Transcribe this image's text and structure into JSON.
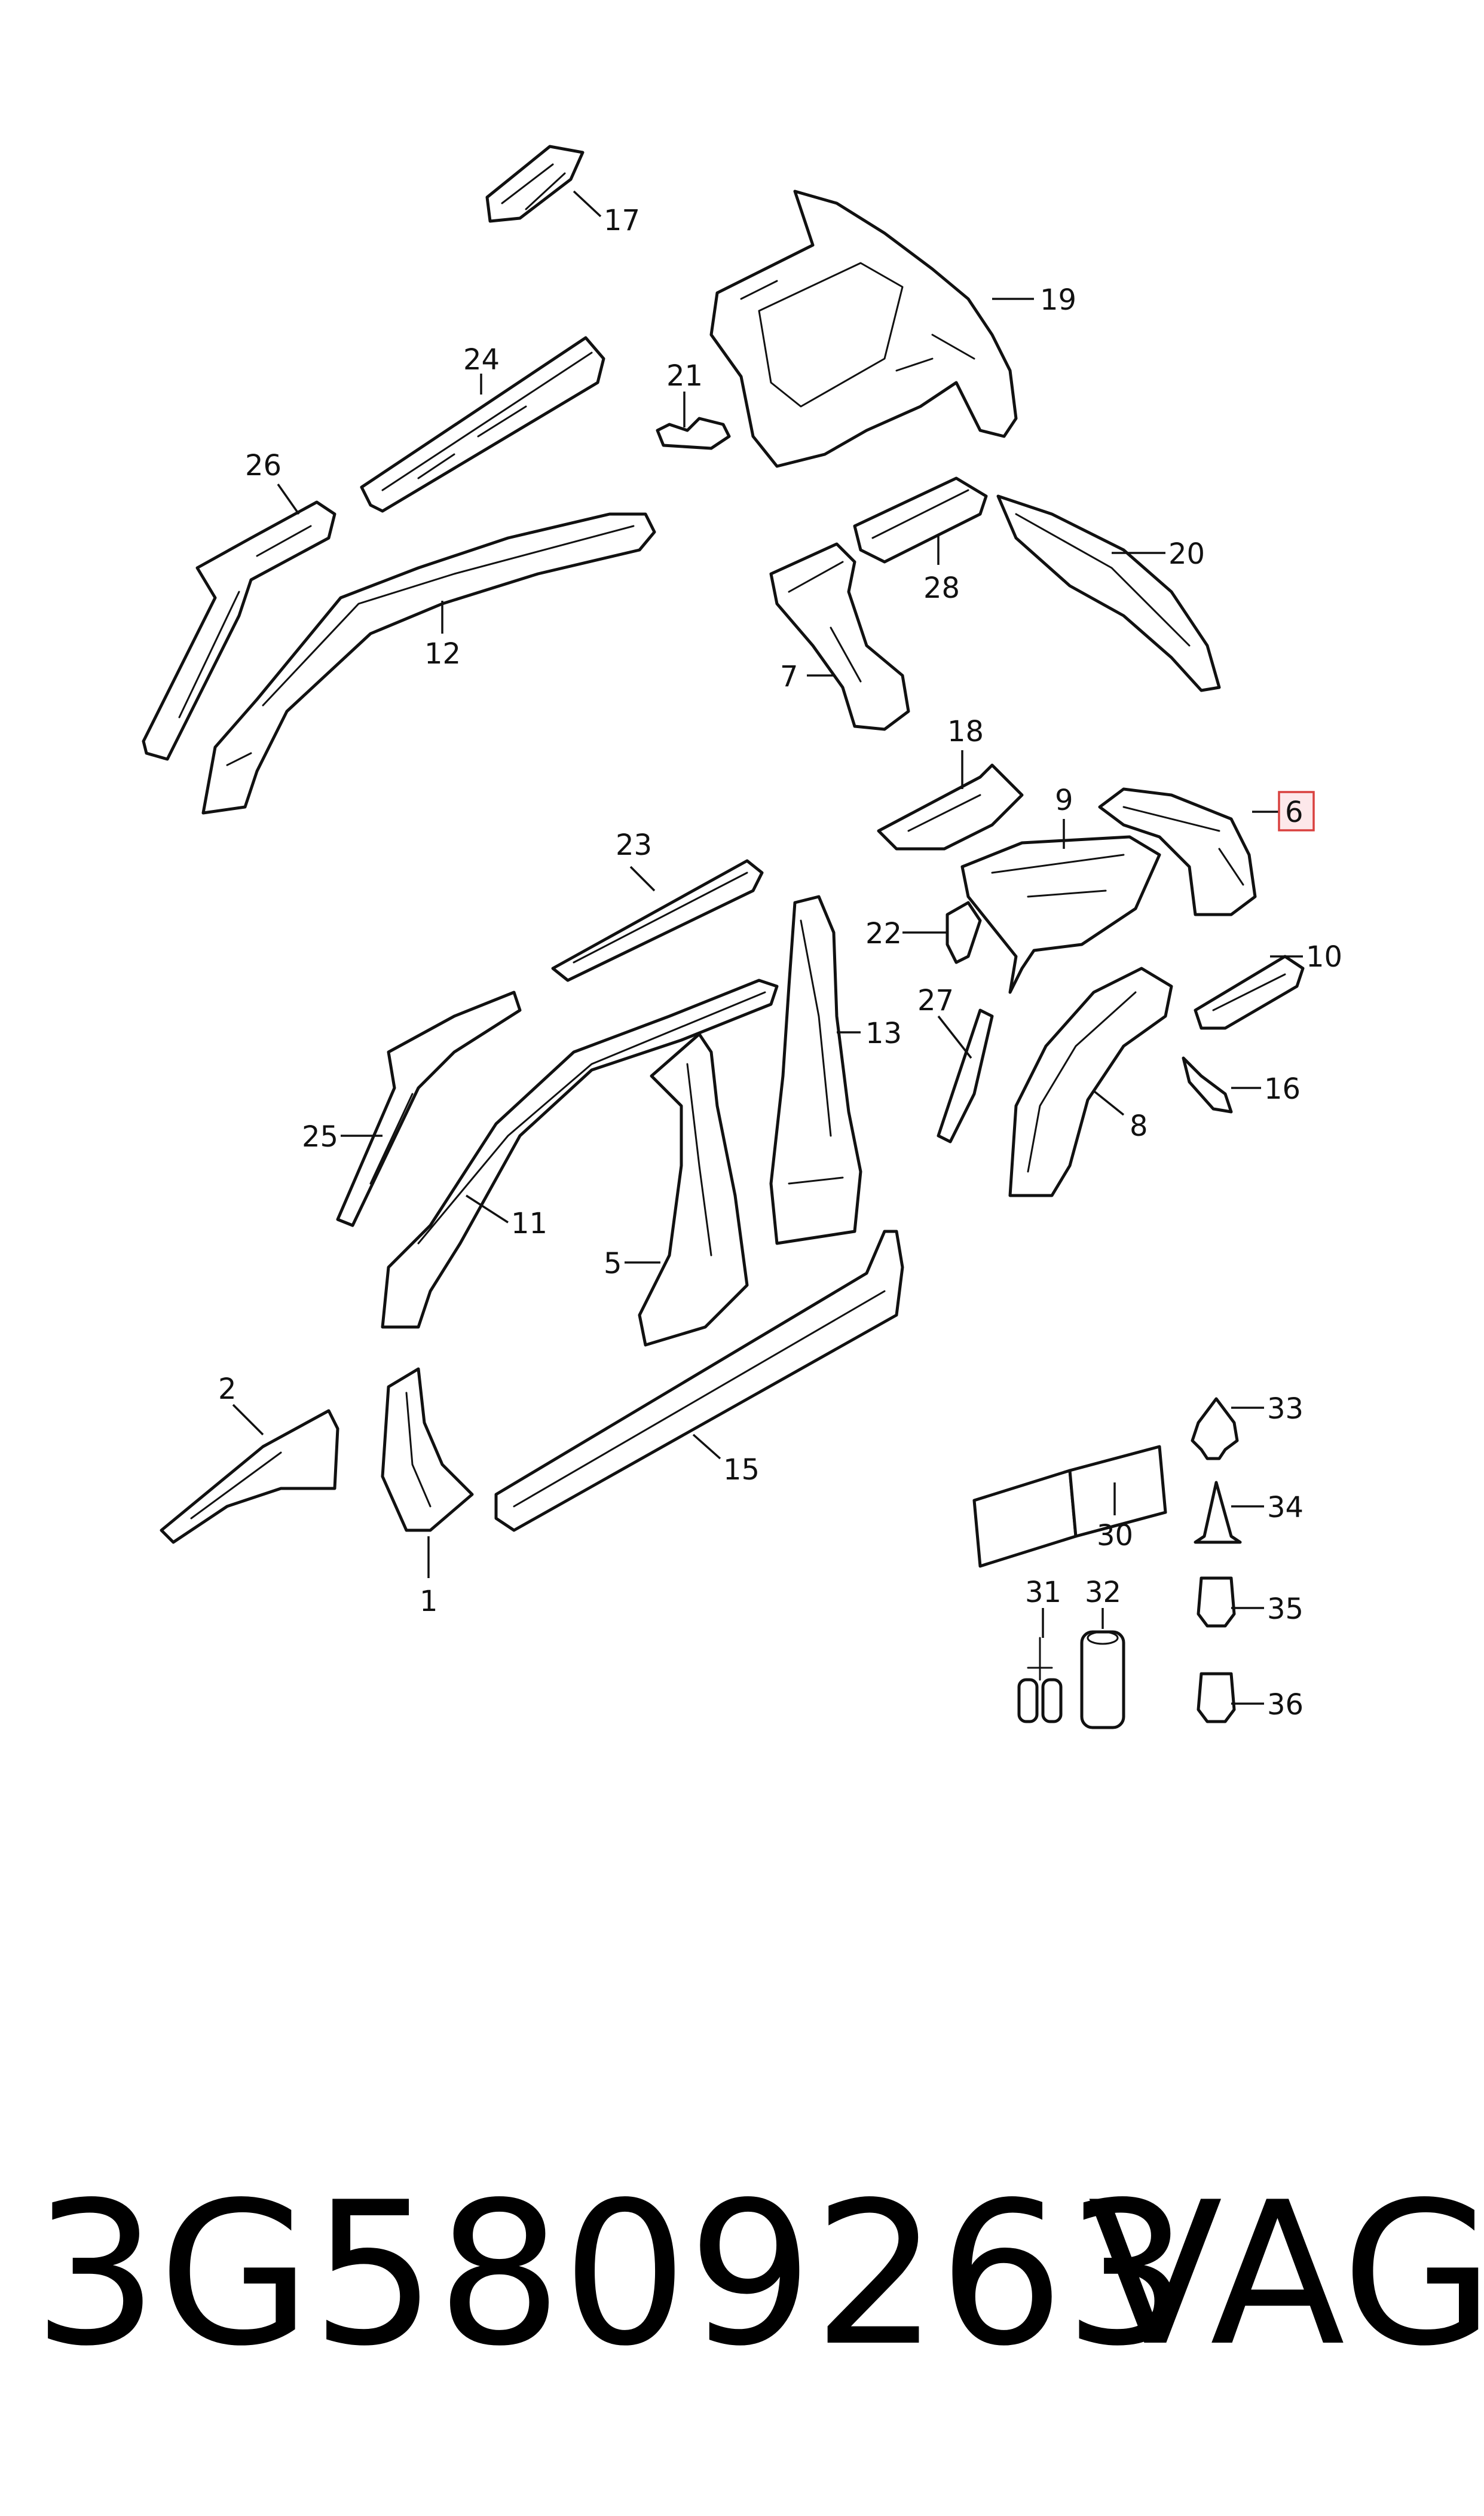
{
  "callouts": [
    "17",
    "19",
    "24",
    "21",
    "26",
    "20",
    "28",
    "12",
    "7",
    "18",
    "9",
    "6",
    "23",
    "22",
    "10",
    "13",
    "27",
    "25",
    "16",
    "11",
    "8",
    "5",
    "33",
    "2",
    "34",
    "15",
    "30",
    "1",
    "31",
    "32",
    "35",
    "36"
  ],
  "highlighted_callout": "6",
  "highlight_color": "#d9413f",
  "footer": {
    "part_number": "3G5809263",
    "brand": "VAG"
  }
}
